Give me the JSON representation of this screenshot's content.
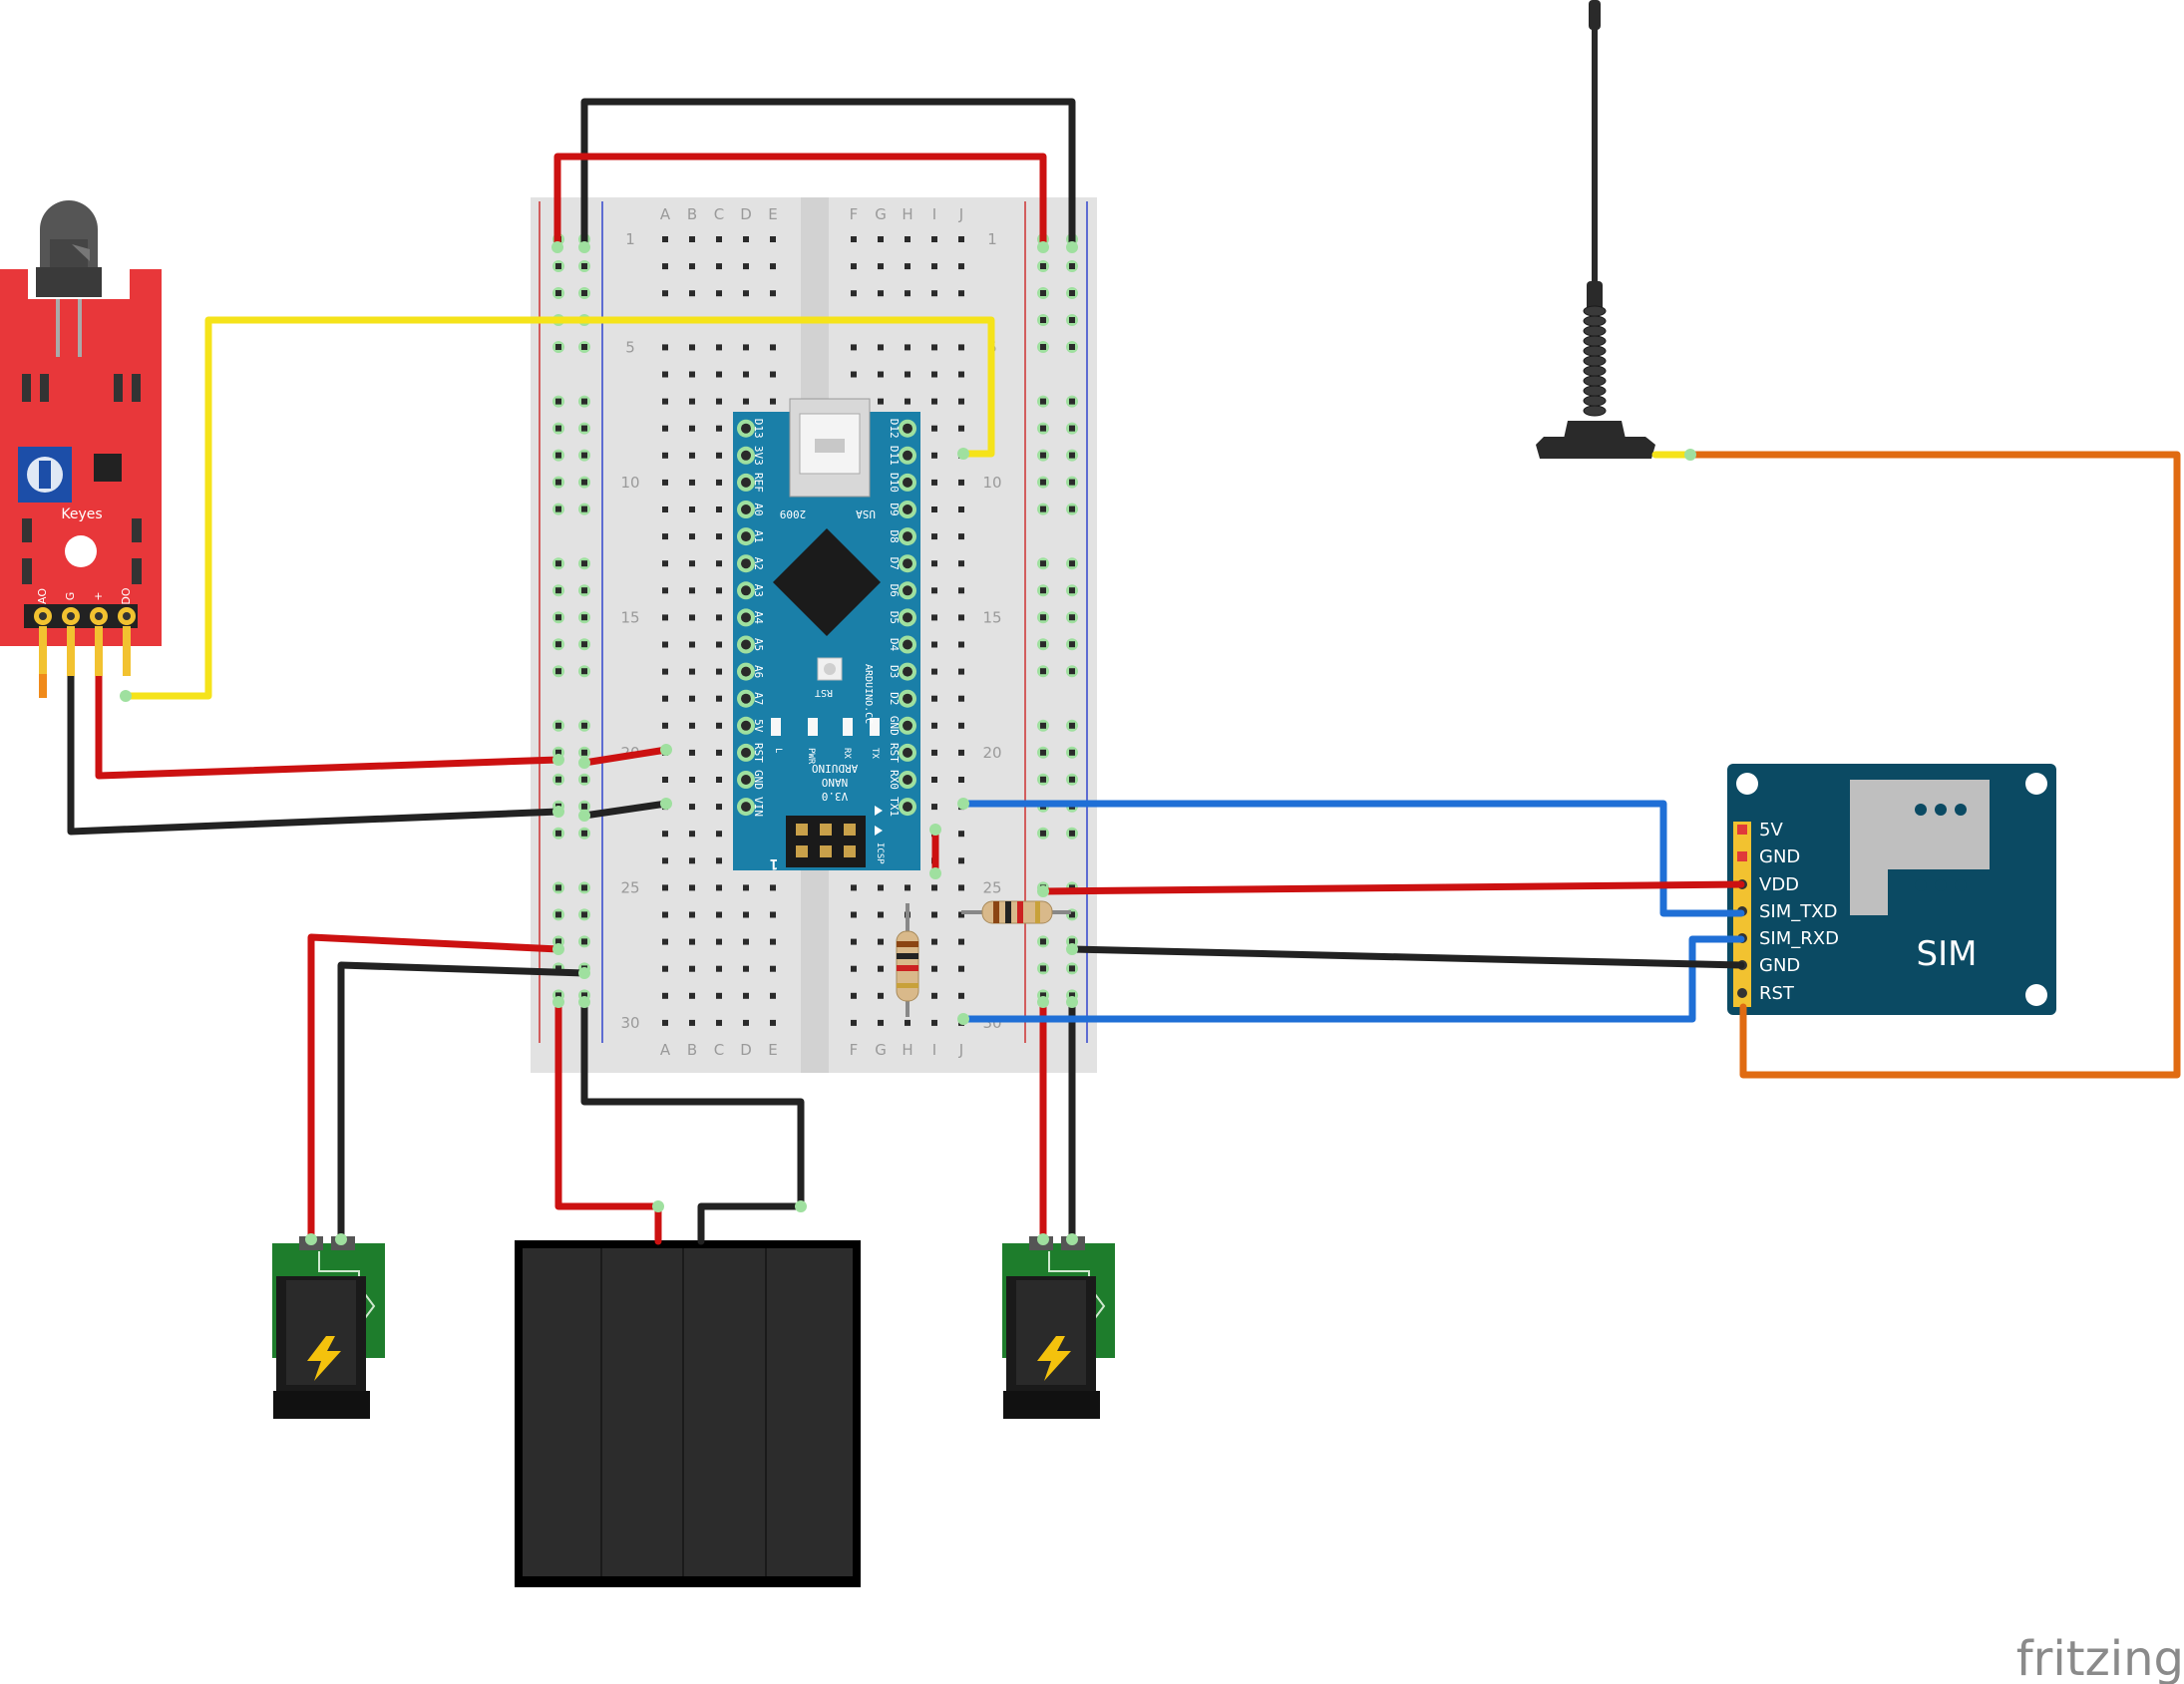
{
  "breadboard": {
    "columns_left": [
      "A",
      "B",
      "C",
      "D",
      "E"
    ],
    "columns_right": [
      "F",
      "G",
      "H",
      "I",
      "J"
    ],
    "row_numbers": [
      "1",
      "5",
      "10",
      "15",
      "20",
      "25",
      "30"
    ]
  },
  "arduino": {
    "left_pins": [
      "D13",
      "3V3",
      "REF",
      "A0",
      "A1",
      "A2",
      "A3",
      "A4",
      "A5",
      "A6",
      "A7",
      "5V",
      "RST",
      "GND",
      "VIN"
    ],
    "right_pins": [
      "D12",
      "D11",
      "D10",
      "D9",
      "D8",
      "D7",
      "D6",
      "D5",
      "D4",
      "D3",
      "D2",
      "GND",
      "RST",
      "RX0",
      "TX1"
    ],
    "usa_label": "USA",
    "year_label": "2009",
    "rst_label": "RST",
    "brand_label": "ARDUINO.CC",
    "led_labels": [
      "L",
      "PWR",
      "RX",
      "TX"
    ],
    "name_lines": [
      "ARDUINO",
      "NANO",
      "V3.0"
    ],
    "icsp_label": "ICSP",
    "pin1_label": "1"
  },
  "ir_sensor": {
    "brand": "Keyes",
    "pins": [
      "AO",
      "G",
      "+",
      "DO"
    ]
  },
  "gsm_module": {
    "pins": [
      "5V",
      "GND",
      "VDD",
      "SIM_TXD",
      "SIM_RXD",
      "GND",
      "RST"
    ],
    "title": "SIM"
  },
  "watermark": "fritzing",
  "colors": {
    "wire_red": "#cc1111",
    "wire_black": "#222222",
    "wire_yellow": "#f5e31a",
    "wire_blue": "#1f6fd6",
    "wire_orange": "#e06b12",
    "arduino_blue": "#1a7fa8",
    "gsm_teal": "#0b4a63",
    "sensor_red": "#e8373a"
  }
}
